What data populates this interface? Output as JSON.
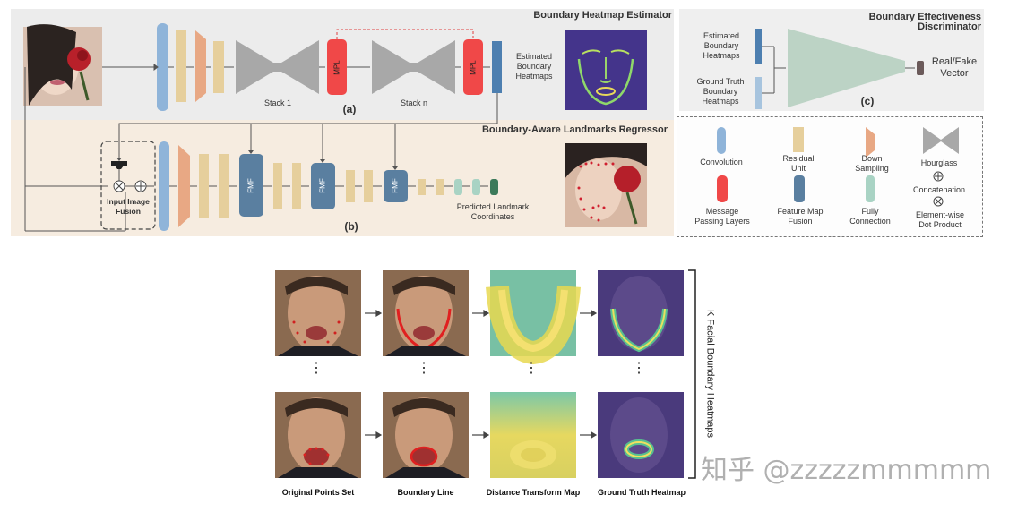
{
  "estimator": {
    "title": "Boundary Heatmap Estimator",
    "stack1": "Stack 1",
    "stackn": "Stack n",
    "mpl": "MPL",
    "panel_label": "(a)",
    "output_label": "Estimated\nBoundary\nHeatmaps"
  },
  "regressor": {
    "title": "Boundary-Aware Landmarks Regressor",
    "fmf": "FMF",
    "fusion_label": "Input Image\nFusion",
    "output_label": "Predicted Landmark\nCoordinates",
    "panel_label": "(b)"
  },
  "discriminator": {
    "title": "Boundary Effectiveness\nDiscriminator",
    "input1": "Estimated\nBoundary\nHeatmaps",
    "input2": "Ground Truth\nBoundary\nHeatmaps",
    "output": "Real/Fake\nVector",
    "panel_label": "(c)"
  },
  "legend": {
    "convolution": "Convolution",
    "residual": "Residual\nUnit",
    "down": "Down\nSampling",
    "hourglass": "Hourglass",
    "concat": "Concatenation",
    "dot": "Element-wise\nDot Product",
    "message": "Message\nPassing Layers",
    "fusion": "Feature Map\nFusion",
    "fully": "Fully\nConnection"
  },
  "bottom": {
    "col1": "Original Points Set",
    "col2": "Boundary Line",
    "col3": "Distance Transform Map",
    "col4": "Ground Truth Heatmap",
    "side_label": "K Facial Boundary Heatmaps",
    "dots": "⋮"
  },
  "watermark": "知乎 @zzzzzmmmmm",
  "colors": {
    "conv": "#8fb4d9",
    "residual": "#e6cf9c",
    "down": "#e8a884",
    "hourglass": "#a8a8a8",
    "mpl": "#f04848",
    "fmf": "#5a7fa0",
    "fc": "#a9d3c4",
    "out": "#3c7a5a",
    "panel_a": "#ececec",
    "panel_b": "#f6ece0",
    "panel_c": "#efefef"
  }
}
